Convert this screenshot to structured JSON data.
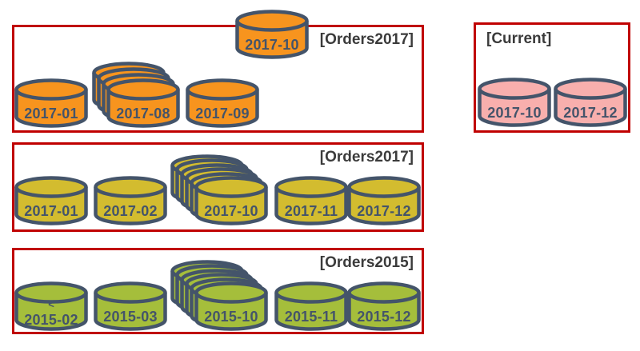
{
  "colors": {
    "orange": "#F7941E",
    "yellow": "#D3BC2F",
    "green": "#A5BE3B",
    "pink": "#F8AFAD",
    "outline": "#44546A",
    "red": "#C00000",
    "labeltext": "#3B3B3B"
  },
  "sections": [
    {
      "label": "[Orders2017]",
      "color": "orange",
      "cylinders": [
        {
          "label": "2017-01"
        },
        {
          "label": "2017-08",
          "stack": 4
        },
        {
          "label": "2017-09"
        },
        {
          "label": "2017-10",
          "floating": true
        }
      ]
    },
    {
      "label": "[Orders2017]",
      "color": "yellow",
      "cylinders": [
        {
          "label": "2017-01"
        },
        {
          "label": "2017-02"
        },
        {
          "label": "2017-10",
          "stack": 6
        },
        {
          "label": "2017-11"
        },
        {
          "label": "2017-12"
        }
      ]
    },
    {
      "label": "[Orders2015]",
      "color": "green",
      "cylinders": [
        {
          "label": "2015-02",
          "prefix": "<"
        },
        {
          "label": "2015-03"
        },
        {
          "label": "2015-10",
          "stack": 6
        },
        {
          "label": "2015-11"
        },
        {
          "label": "2015-12"
        }
      ]
    },
    {
      "label": "[Current]",
      "color": "pink",
      "cylinders": [
        {
          "label": "2017-10"
        },
        {
          "label": "2017-12"
        }
      ]
    }
  ]
}
